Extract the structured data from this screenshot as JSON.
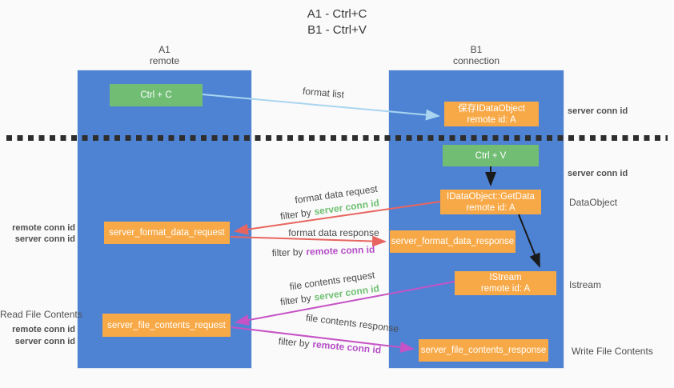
{
  "title": {
    "line1": "A1 - Ctrl+C",
    "line2": "B1 - Ctrl+V"
  },
  "lifelines": [
    {
      "name": "A1",
      "sub": "remote"
    },
    {
      "name": "B1",
      "sub": "connection"
    }
  ],
  "nodes": {
    "ctrl_c": "Ctrl + C",
    "ctrl_v": "Ctrl + V",
    "save_dataobject": {
      "line1": "保存IDataObject",
      "line2": "remote id: A"
    },
    "getdata": {
      "line1": "IDataObject::GetData",
      "line2": "remote id: A"
    },
    "istream": {
      "line1": "IStream",
      "line2": "remote id: A"
    },
    "format_request": "server_format_data_request",
    "format_response": "server_format_data_response",
    "file_request": "server_file_contents_request",
    "file_response": "server_file_contents_response"
  },
  "arrow_labels": {
    "format_list": "format list",
    "format_data_request": "format data request",
    "filter_server_1": {
      "prefix": "filter by",
      "highlight": "server conn id"
    },
    "format_data_response": "format data response",
    "filter_remote_1": {
      "prefix": "filter by",
      "highlight": "remote conn id"
    },
    "file_contents_request": "file contents request",
    "filter_server_2": {
      "prefix": "filter by",
      "highlight": "server conn id"
    },
    "file_contents_response": "file contents response",
    "filter_remote_2": {
      "prefix": "filter by",
      "highlight": "remote conn id"
    }
  },
  "side_labels": {
    "server_conn_top": "server conn id",
    "server_conn_mid": "server conn id",
    "dataobject": "DataObject",
    "istream": "Istream",
    "write_file": "Write File Contents",
    "read_file": "Read File Contents",
    "remote_conn_1": "remote conn id",
    "server_conn_1": "server conn id",
    "remote_conn_2": "remote conn id",
    "server_conn_2": "server conn id"
  },
  "colors": {
    "lifeline_blue": "#4e83d4",
    "action_green": "#71bd74",
    "message_orange": "#f8a947",
    "arrow_blue": "#a9d5f0",
    "arrow_red": "#e8655f",
    "arrow_magenta": "#c553c5",
    "arrow_black": "#1a1a1a",
    "text_green": "#6dbf70",
    "text_purple": "#b44ec6"
  }
}
